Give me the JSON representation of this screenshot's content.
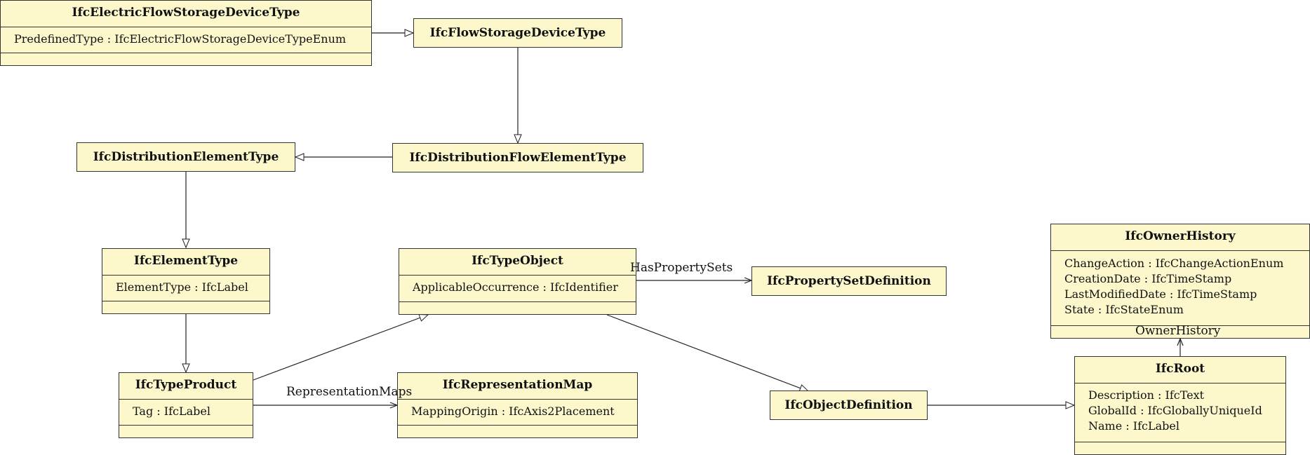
{
  "classes": {
    "electric_flow_storage_device_type": {
      "name": "IfcElectricFlowStorageDeviceType",
      "attributes": [
        "PredefinedType : IfcElectricFlowStorageDeviceTypeEnum"
      ]
    },
    "flow_storage_device_type": {
      "name": "IfcFlowStorageDeviceType"
    },
    "distribution_element_type": {
      "name": "IfcDistributionElementType"
    },
    "distribution_flow_element_type": {
      "name": "IfcDistributionFlowElementType"
    },
    "element_type": {
      "name": "IfcElementType",
      "attributes": [
        "ElementType : IfcLabel"
      ]
    },
    "type_object": {
      "name": "IfcTypeObject",
      "attributes": [
        "ApplicableOccurrence : IfcIdentifier"
      ]
    },
    "property_set_definition": {
      "name": "IfcPropertySetDefinition"
    },
    "owner_history": {
      "name": "IfcOwnerHistory",
      "attributes": [
        "ChangeAction : IfcChangeActionEnum",
        "CreationDate : IfcTimeStamp",
        "LastModifiedDate : IfcTimeStamp",
        "State : IfcStateEnum"
      ]
    },
    "type_product": {
      "name": "IfcTypeProduct",
      "attributes": [
        "Tag : IfcLabel"
      ]
    },
    "representation_map": {
      "name": "IfcRepresentationMap",
      "attributes": [
        "MappingOrigin : IfcAxis2Placement"
      ]
    },
    "object_definition": {
      "name": "IfcObjectDefinition"
    },
    "root": {
      "name": "IfcRoot",
      "attributes": [
        "Description : IfcText",
        "GlobalId : IfcGloballyUniqueId",
        "Name : IfcLabel"
      ]
    }
  },
  "associations": {
    "has_property_sets": "HasPropertySets",
    "representation_maps": "RepresentationMaps",
    "owner_history": "OwnerHistory"
  }
}
